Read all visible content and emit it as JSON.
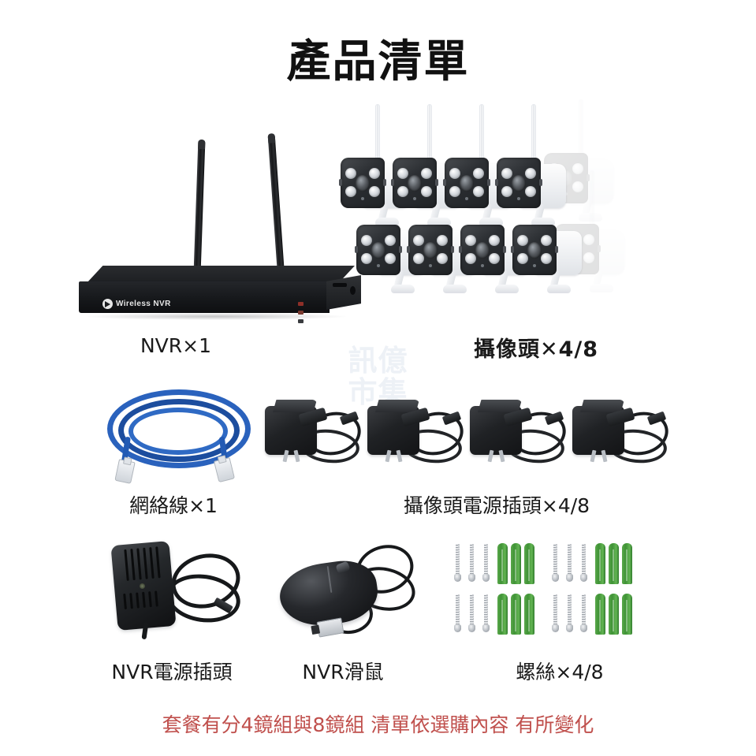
{
  "page": {
    "title": "產品清單",
    "background_color": "#ffffff"
  },
  "watermark": {
    "line1": "訊億",
    "line2": "市集",
    "color": "#dde4ef"
  },
  "items": [
    {
      "key": "nvr",
      "label": "NVR×1",
      "quantity": "×1"
    },
    {
      "key": "cameras",
      "label": "攝像頭✕4/8",
      "quantity": "✕4/8"
    },
    {
      "key": "lan_cable",
      "label": "網絡線×1",
      "quantity": "×1"
    },
    {
      "key": "cam_power",
      "label": "攝像頭電源插頭×4/8",
      "quantity": "×4/8"
    },
    {
      "key": "nvr_power",
      "label": "NVR電源插頭",
      "quantity": ""
    },
    {
      "key": "mouse",
      "label": "NVR滑鼠",
      "quantity": ""
    },
    {
      "key": "screws",
      "label": "螺絲×4/8",
      "quantity": "×4/8"
    }
  ],
  "nvr": {
    "brand_text": "Wireless NVR",
    "antenna_count": 2,
    "led_count": 3
  },
  "cameras": {
    "visible_count": 8,
    "rows": 2,
    "per_row": 4
  },
  "cam_power": {
    "adapter_count": 4
  },
  "screws": {
    "group_count": 4,
    "screws_per_group": 3,
    "anchors_per_group": 3
  },
  "footnote": {
    "text": "套餐有分4鏡組與8鏡組 清單依選購內容 有所變化",
    "color": "#c0504d"
  }
}
